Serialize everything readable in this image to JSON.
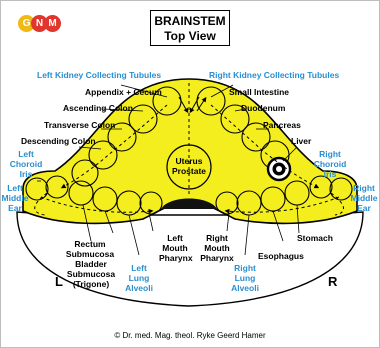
{
  "logo": {
    "letters": [
      "G",
      "N",
      "M"
    ],
    "colors": [
      "#f0b915",
      "#e0362d",
      "#e0362d"
    ]
  },
  "title": {
    "line1": "BRAINSTEM",
    "line2": "Top View"
  },
  "labels": {
    "left_kidney": "Left Kidney Collecting Tubules",
    "right_kidney": "Right Kidney Collecting Tubules",
    "appendix": "Appendix + Cecum",
    "small_intestine": "Small Intestine",
    "ascending_colon": "Ascending Colon",
    "duodenum": "Duodenum",
    "transverse_colon": "Transverse Colon",
    "pancreas": "Pancreas",
    "descending_colon": "Descending Colon",
    "liver": "Liver",
    "left_choroid": [
      "Left",
      "Choroid",
      "Iris"
    ],
    "right_choroid": [
      "Right",
      "Choroid",
      "Iris"
    ],
    "left_middle_ear": [
      "Left",
      "Middle",
      "Ear"
    ],
    "right_middle_ear": [
      "Right",
      "Middle",
      "Ear"
    ],
    "uterus_prostate": [
      "Uterus",
      "Prostate"
    ],
    "rectum": [
      "Rectum",
      "Submucosa"
    ],
    "bladder": [
      "Bladder",
      "Submucosa",
      "(Trigone)"
    ],
    "left_mouth": [
      "Left",
      "Mouth",
      "Pharynx"
    ],
    "right_mouth": [
      "Right",
      "Mouth",
      "Pharynx"
    ],
    "stomach": "Stomach",
    "esophagus": "Esophagus",
    "left_lung": [
      "Left",
      "Lung",
      "Alveoli"
    ],
    "right_lung": [
      "Right",
      "Lung",
      "Alveoli"
    ],
    "side_left": "L",
    "side_right": "R"
  },
  "copyright": "© Dr. med. Mag. theol. Ryke Geerd Hamer",
  "colors": {
    "brainstem_fill": "#f5ee1e",
    "accent_blue": "#2a8fd0",
    "outline": "#000000"
  }
}
